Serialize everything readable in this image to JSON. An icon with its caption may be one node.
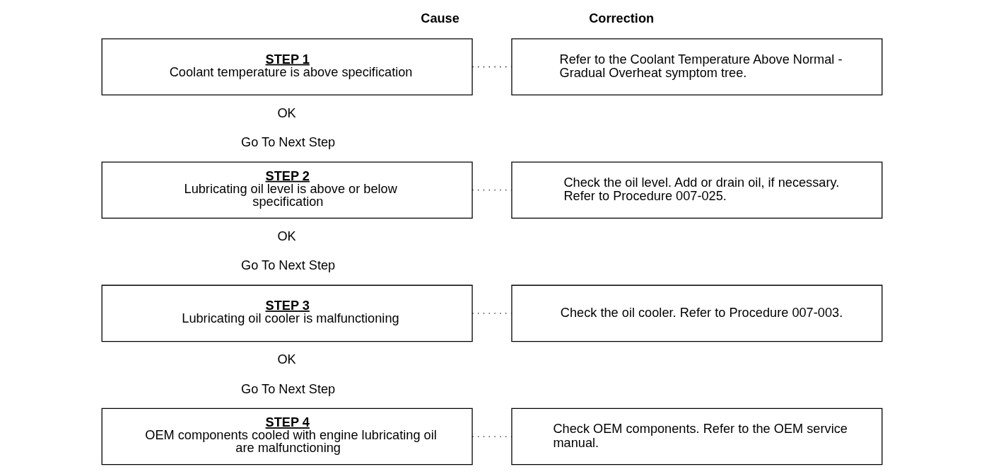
{
  "diagram": {
    "nodes": [
      {
        "text": [
          "STEP 1",
          "Coolant temperature is above specification"
        ]
      },
      {
        "text": [
          "Refer to the Coolant Temperature Above Normal - Gradual Overheat symptom tree."
        ]
      },
      {
        "text": [
          "STEP 2",
          "Lubricating oil level is above or below specification"
        ]
      },
      {
        "text": [
          "Check the oil level. Add or drain oil, if necessary. Refer to Procedure 007-025."
        ]
      },
      {
        "text": [
          "STEP 3",
          "Lubricating oil cooler is malfunctioning"
        ]
      },
      {
        "text": [
          "Check the oil cooler. Refer to Procedure 007-003."
        ]
      },
      {
        "text": [
          "STEP 4",
          "OEM components cooled with engine lubricating oil are malfunctioning"
        ]
      },
      {
        "text": [
          "Check OEM components. Refer to the OEM service manual."
        ]
      }
    ],
    "edges": [
      {
        "from": 0,
        "to": 1,
        "arrow": "none",
        "style": "dashed"
      },
      {
        "from": 2,
        "to": 3,
        "arrow": "none",
        "style": "dashed"
      },
      {
        "from": 4,
        "to": 5,
        "arrow": "none",
        "style": "dashed"
      },
      {
        "from": 6,
        "to": 7,
        "arrow": "none",
        "style": "dashed"
      }
    ],
    "labels": [
      "Cause",
      "Correction",
      "OK",
      "Go To Next Step",
      "OK",
      "Go To Next Step",
      "OK",
      "Go To Next Step"
    ]
  }
}
